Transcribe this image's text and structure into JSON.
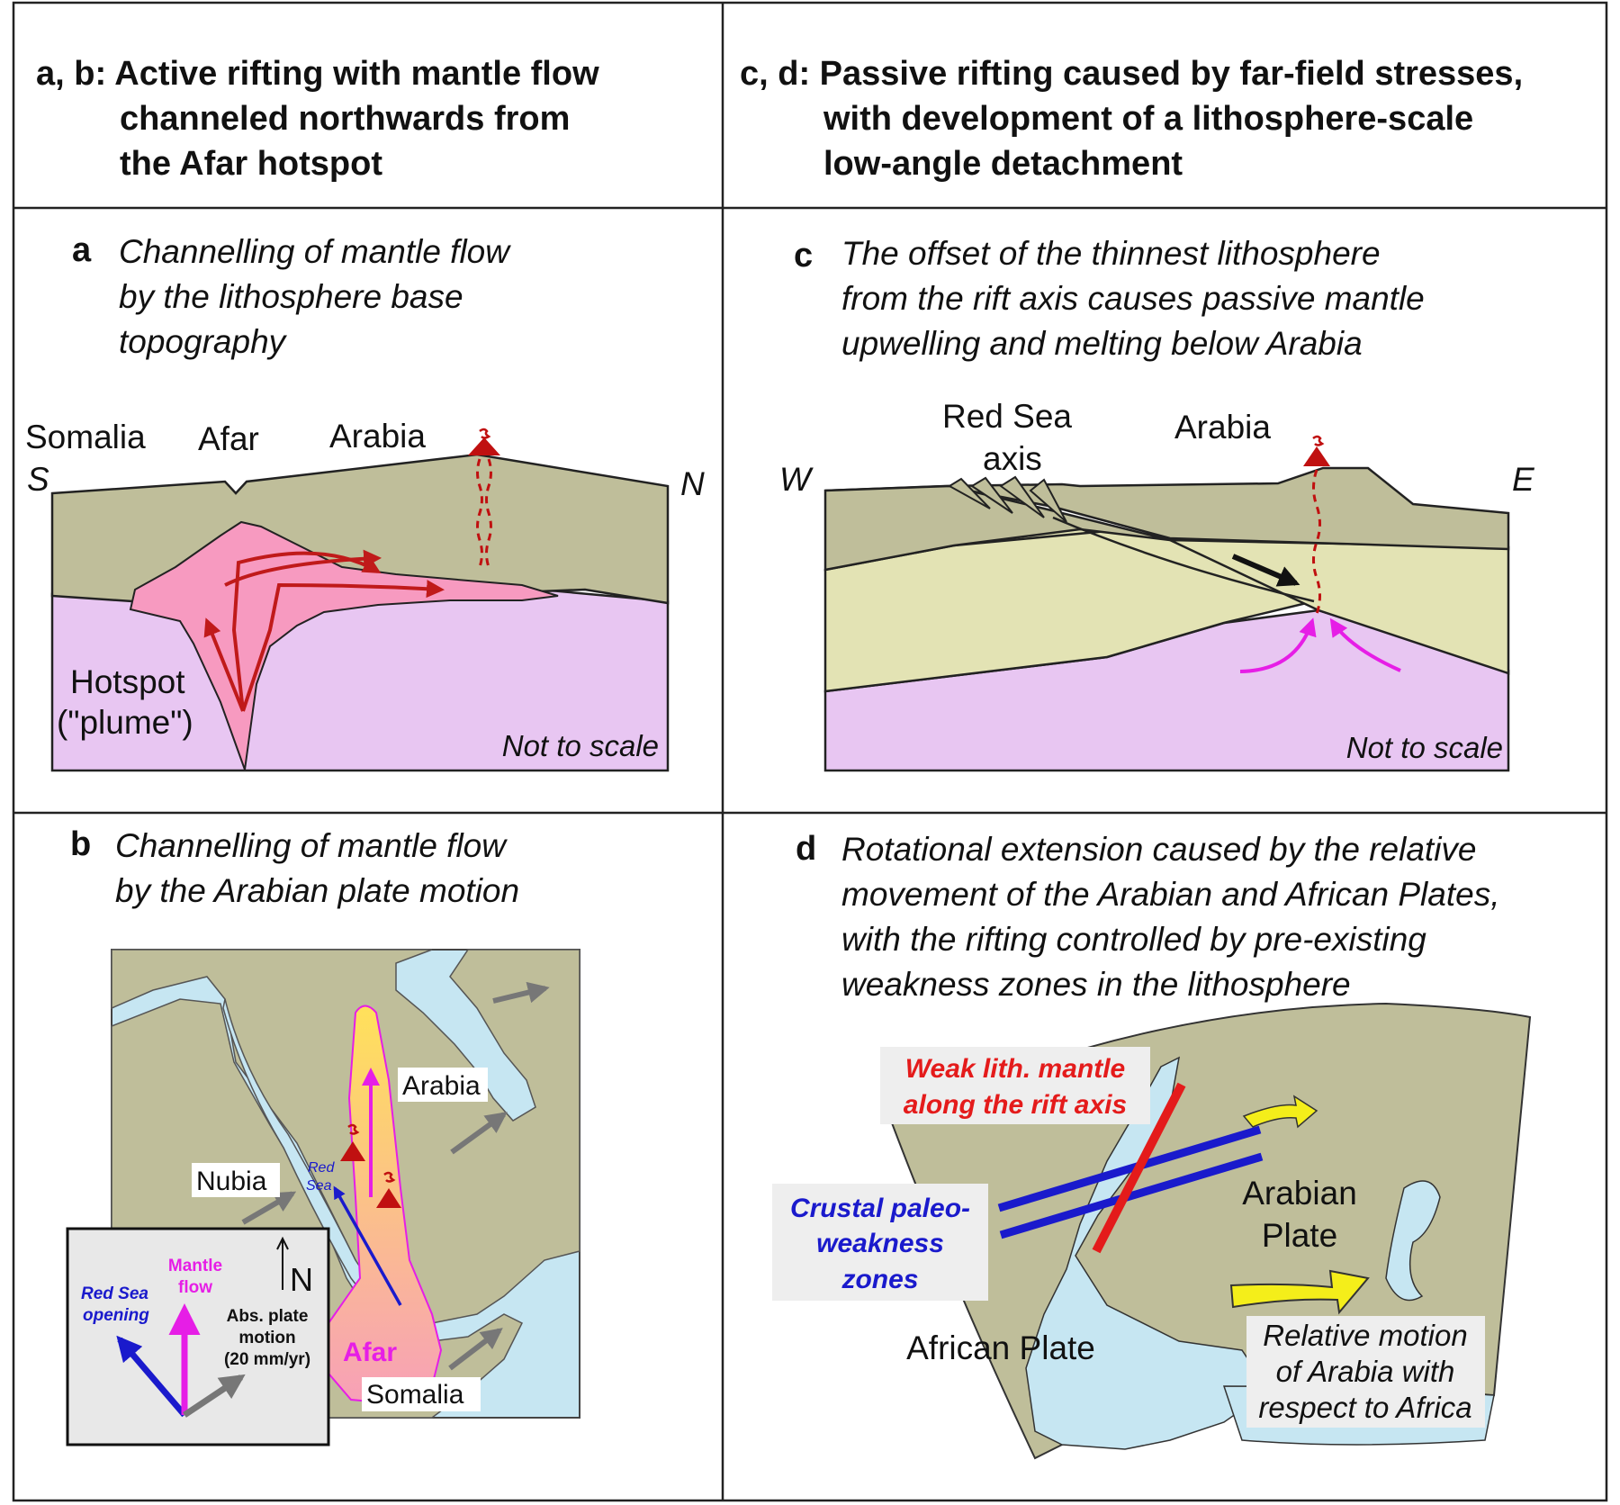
{
  "headers": {
    "left": [
      "a, b: Active rifting with mantle flow",
      "channeled northwards from",
      "the Afar hotspot"
    ],
    "right": [
      "c, d: Passive rifting caused by far-field stresses,",
      "with development of a lithosphere-scale",
      "low-angle detachment"
    ]
  },
  "panel_a": {
    "letter": "a",
    "caption": [
      "Channelling of mantle flow",
      "by the lithosphere base",
      "topography"
    ],
    "somalia": "Somalia",
    "afar": "Afar",
    "arabia": "Arabia",
    "s": "S",
    "n": "N",
    "hotspot": "Hotspot",
    "plume": "(\"plume\")",
    "scale_note": "Not to scale"
  },
  "panel_b": {
    "letter": "b",
    "caption": [
      "Channelling of mantle flow",
      "by the Arabian plate motion"
    ],
    "arabia": "Arabia",
    "nubia": "Nubia",
    "red_sea": [
      "Red",
      "Sea"
    ],
    "afar": "Afar",
    "somalia": "Somalia",
    "north": "N",
    "inset_red_sea_opening": [
      "Red Sea",
      "opening"
    ],
    "inset_mantle_flow": [
      "Mantle",
      "flow"
    ],
    "inset_plate_motion": [
      "Abs. plate",
      "motion",
      "(20 mm/yr)"
    ]
  },
  "panel_c": {
    "letter": "c",
    "caption": [
      "The offset of the thinnest lithosphere",
      "from the rift axis causes passive mantle",
      "upwelling and melting below Arabia"
    ],
    "red_sea_axis": [
      "Red Sea",
      "axis"
    ],
    "arabia": "Arabia",
    "w": "W",
    "e": "E",
    "scale_note": "Not to scale"
  },
  "panel_d": {
    "letter": "d",
    "caption": [
      "Rotational extension caused by the relative",
      "movement of the Arabian and African Plates,",
      "with the rifting controlled by pre-existing",
      "weakness zones in the lithosphere"
    ],
    "weak_mantle": [
      "Weak lith. mantle",
      "along the rift axis"
    ],
    "crustal": [
      "Crustal paleo-",
      "weakness",
      "zones"
    ],
    "arabian_plate": [
      "Arabian",
      "Plate"
    ],
    "african_plate": "African Plate",
    "relative_motion": [
      "Relative motion",
      "of Arabia with",
      "respect to Africa"
    ]
  },
  "colors": {
    "lithosphere": "#bfbe9a",
    "mantle": "#e8c6f2",
    "plume": "#f79ac0",
    "flow_arrow": "#c01a1a",
    "upper_plate": "#e3e3b4",
    "sea": "#c6e6f2",
    "magenta": "#e61ee6",
    "blue": "#1a1acc",
    "red": "#e41b1b",
    "yellow": "#f4ee1a",
    "volcano": "#c01010"
  }
}
